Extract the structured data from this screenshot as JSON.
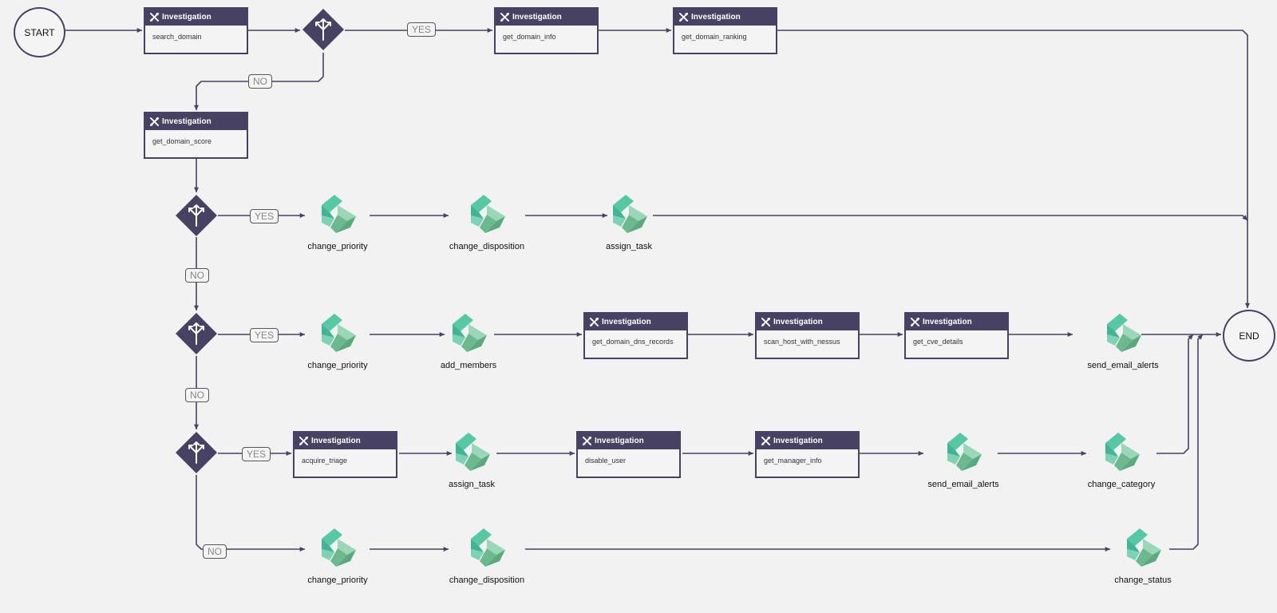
{
  "start_label": "START",
  "end_label": "END",
  "investigation_title": "Investigation",
  "investigations": [
    {
      "id": "search_domain",
      "name": "search_domain"
    },
    {
      "id": "get_domain_info",
      "name": "get_domain_info"
    },
    {
      "id": "get_domain_ranking",
      "name": "get_domain_ranking"
    },
    {
      "id": "get_domain_score",
      "name": "get_domain_score"
    },
    {
      "id": "get_domain_dns_records",
      "name": "get_domain_dns_records"
    },
    {
      "id": "scan_host_with_nessus",
      "name": "scan_host_with_nessus"
    },
    {
      "id": "get_cve_details",
      "name": "get_cve_details"
    },
    {
      "id": "acquire_triage",
      "name": "acquire_triage"
    },
    {
      "id": "disable_user",
      "name": "disable_user"
    },
    {
      "id": "get_manager_info",
      "name": "get_manager_info"
    }
  ],
  "actions": [
    {
      "id": "a1",
      "name": "change_priority"
    },
    {
      "id": "a2",
      "name": "change_disposition"
    },
    {
      "id": "a3",
      "name": "assign_task"
    },
    {
      "id": "a4",
      "name": "change_priority"
    },
    {
      "id": "a5",
      "name": "add_members"
    },
    {
      "id": "a6",
      "name": "send_email_alerts"
    },
    {
      "id": "a7",
      "name": "assign_task"
    },
    {
      "id": "a8",
      "name": "send_email_alerts"
    },
    {
      "id": "a9",
      "name": "change_category"
    },
    {
      "id": "a10",
      "name": "change_priority"
    },
    {
      "id": "a11",
      "name": "change_disposition"
    },
    {
      "id": "a12",
      "name": "change_status"
    }
  ],
  "decisions": [
    "d1",
    "d2",
    "d3",
    "d4"
  ],
  "edge_labels": [
    {
      "id": "y1",
      "text": "YES"
    },
    {
      "id": "n1",
      "text": "NO"
    },
    {
      "id": "y2",
      "text": "YES"
    },
    {
      "id": "n2",
      "text": "NO"
    },
    {
      "id": "y3",
      "text": "YES"
    },
    {
      "id": "n3",
      "text": "NO"
    },
    {
      "id": "y4",
      "text": "YES"
    },
    {
      "id": "n4",
      "text": "NO"
    }
  ],
  "colors": {
    "node": "#474263",
    "accent_green_light": "#56c8a4",
    "accent_green_dark": "#6db98f",
    "background": "#f2f2f2"
  },
  "icons": {
    "investigation": "tools-icon",
    "decision": "split-arrows-icon",
    "action": "playbook-logo-icon"
  }
}
